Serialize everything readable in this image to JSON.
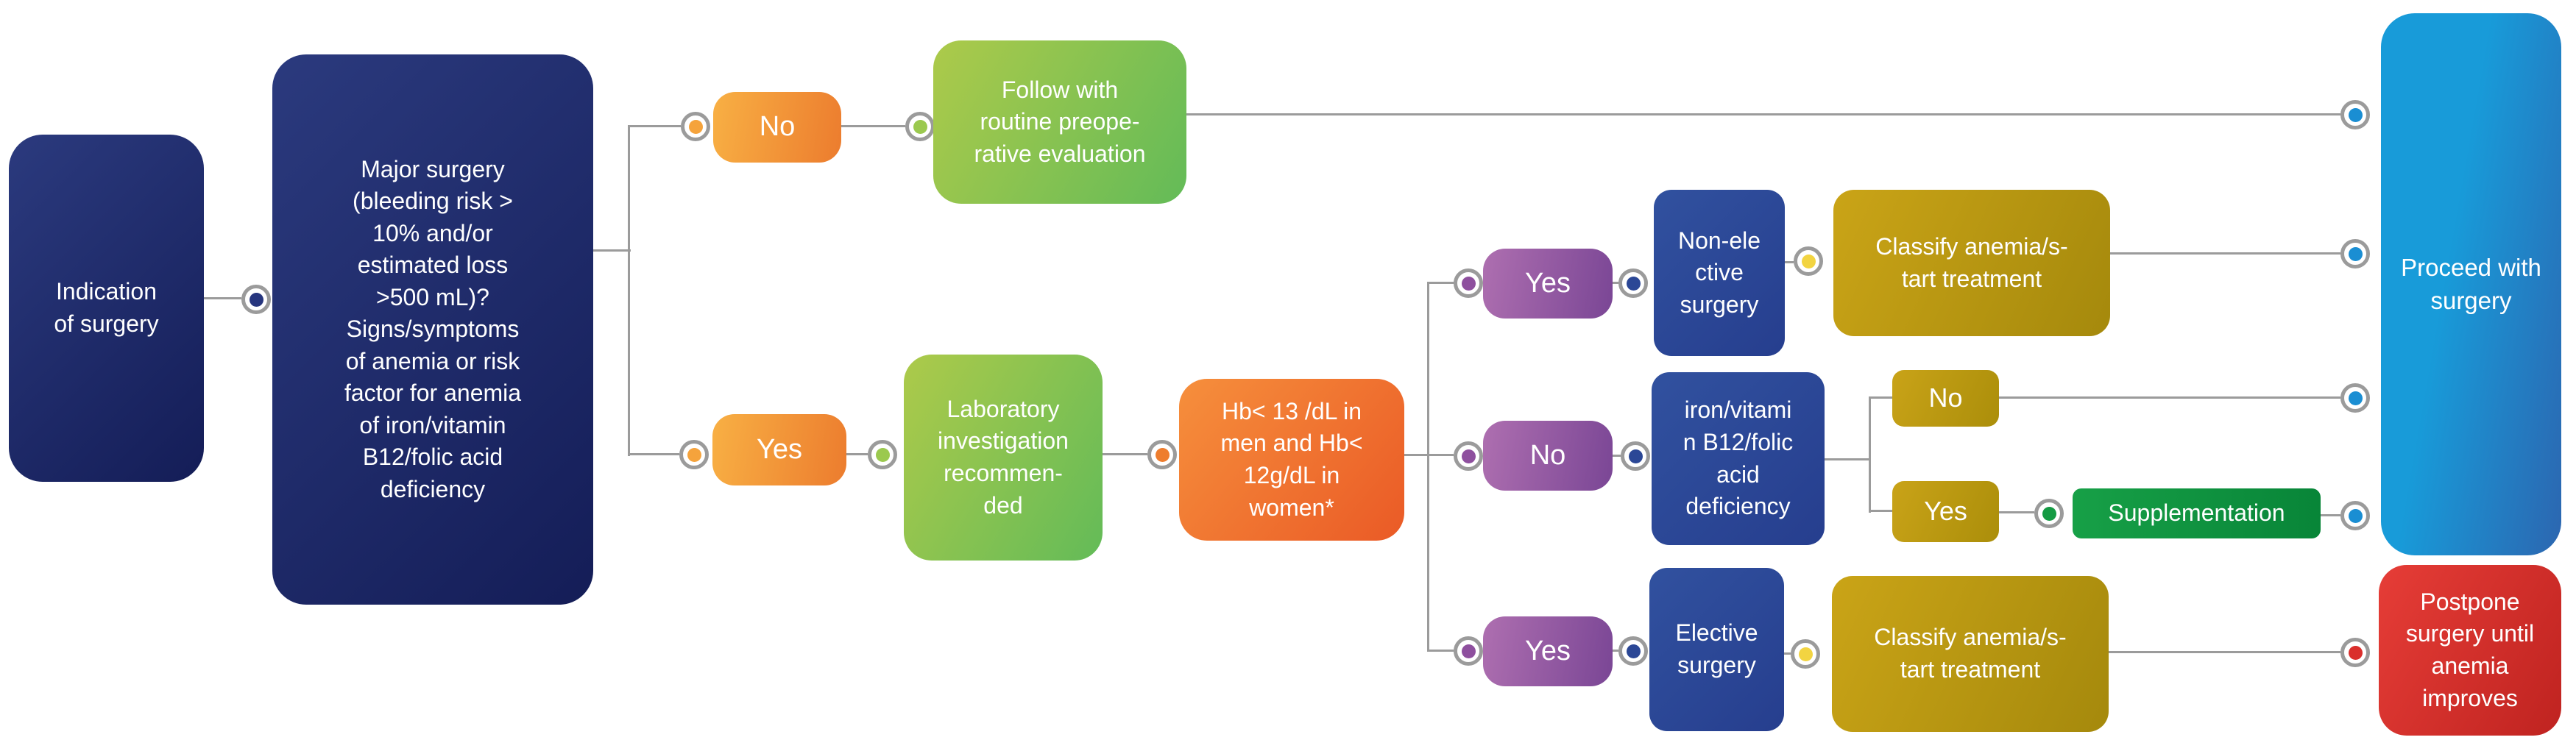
{
  "nodes": {
    "indication": "Indication\nof surgery",
    "major_surgery": "Major surgery\n(bleeding risk >\n10% and/or\nestimated loss\n>500 mL)?\nSigns/symptoms\nof anemia or risk\nfactor for anemia\nof iron/vitamin\nB12/folic acid\ndeficiency",
    "branch_no": "No",
    "branch_yes": "Yes",
    "follow_routine": "Follow with\nroutine preope-\nrative evaluation",
    "lab_investigation": "Laboratory\ninvestigation\nrecommen-\nded",
    "hb_threshold": "Hb< 13 /dL in\nmen and Hb<\n12g/dL in\nwomen*",
    "anemia_yes_top": "Yes",
    "non_elective": "Non-ele\nctive\nsurgery",
    "classify_top": "Classify anemia/s-\ntart treatment",
    "anemia_no": "No",
    "deficiency": "iron/vitami\nn B12/folic\nacid\ndeficiency",
    "deficiency_no": "No",
    "deficiency_yes": "Yes",
    "supplementation": "Supplementation",
    "anemia_yes_bottom": "Yes",
    "elective": "Elective\nsurgery",
    "classify_bottom": "Classify anemia/s-\ntart treatment",
    "proceed": "Proceed with\nsurgery",
    "postpone": "Postpone\nsurgery until\nanemia\nimproves"
  },
  "palette": {
    "navy": "#1d2a6b",
    "orange": "#f5a13c",
    "light_green": "#8fc653",
    "deep_orange": "#ee6f2c",
    "purple": "#8e4f9e",
    "royal_blue": "#2b4796",
    "gold": "#b79612",
    "yellow_dot": "#f2d441",
    "dark_green": "#119a43",
    "sky_blue": "#1a8ed3",
    "red": "#da2e2b",
    "connector_gray": "#9b9b9b",
    "text": "#ffffff",
    "background": "#ffffff"
  }
}
